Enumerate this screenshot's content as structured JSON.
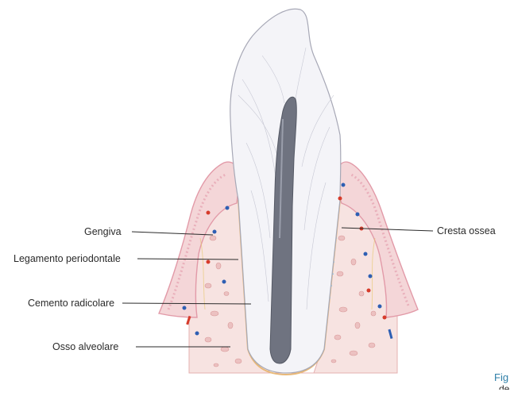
{
  "labels": {
    "gengiva": "Gengiva",
    "legamento": "Legamento periodontale",
    "cemento": "Cemento radicolare",
    "osso": "Osso alveolare",
    "cresta": "Cresta ossea"
  },
  "caption": {
    "fig": "Fig",
    "cut": "de"
  },
  "colors": {
    "gingiva": "#f0c9cf",
    "gingiva_edge": "#e29aa8",
    "bone": "#f7e3e1",
    "bone_dots": "#e9b9b9",
    "cementum": "#e8b877",
    "ligament": "#8fc3e6",
    "pulp": "#6f7380",
    "enamel_line": "#a7a8b6",
    "vessel_red": "#d63b2b",
    "vessel_blue": "#2e5fb3"
  }
}
